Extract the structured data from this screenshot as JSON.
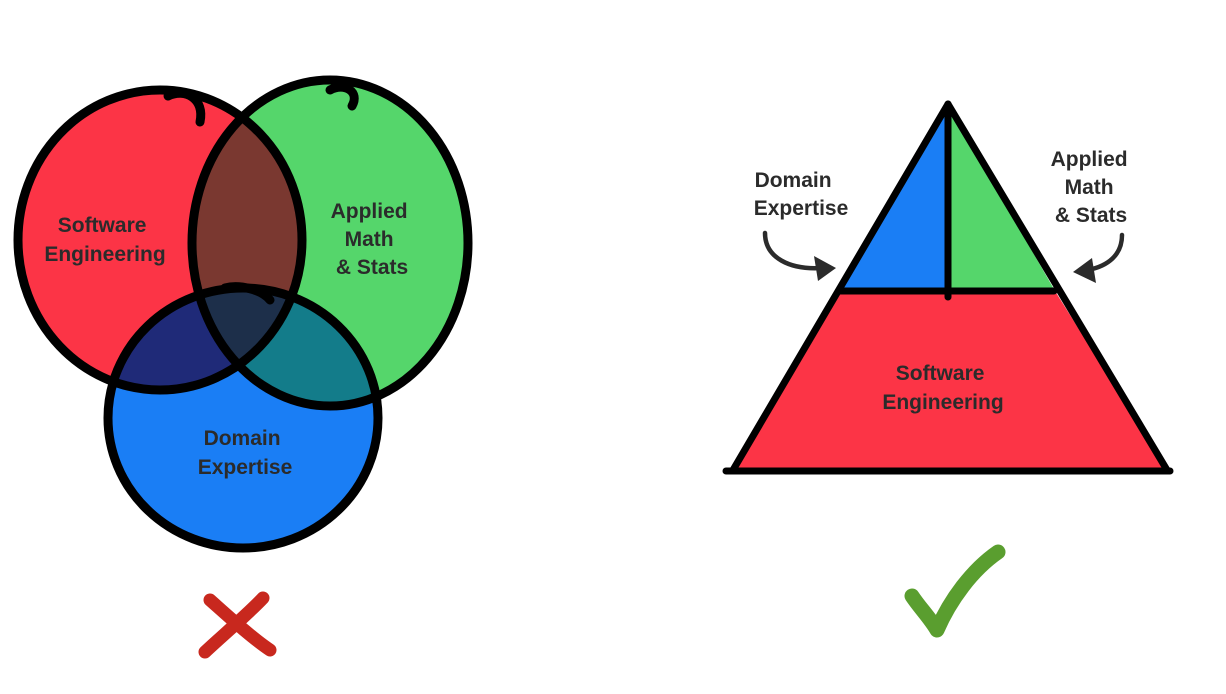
{
  "venn": {
    "software_engineering": [
      "Software",
      "Engineering"
    ],
    "applied_math": [
      "Applied",
      "Math",
      "& Stats"
    ],
    "domain_expertise": [
      "Domain",
      "Expertise"
    ]
  },
  "pyramid": {
    "software_engineering": [
      "Software",
      "Engineering"
    ],
    "domain_expertise": [
      "Domain",
      "Expertise"
    ],
    "applied_math": [
      "Applied",
      "Math",
      "& Stats"
    ]
  },
  "marks": {
    "wrong": "cross-icon",
    "right": "checkmark-icon"
  },
  "colors": {
    "red": "#fc3446",
    "green": "#55d66b",
    "blue": "#1a7ef5",
    "red_green_overlap": "#7a3830",
    "red_blue_overlap": "#1f2a78",
    "green_blue_overlap": "#137c8a",
    "center_overlap": "#1d2f4a",
    "cross": "#c8281e",
    "check": "#5a9e2f",
    "outline": "#000000"
  }
}
